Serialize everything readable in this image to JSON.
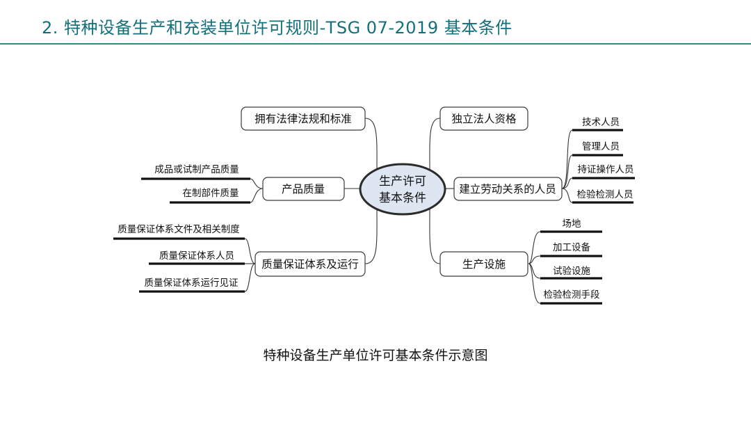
{
  "slide": {
    "title": "2. 特种设备生产和充装单位许可规则-TSG 07-2019 基本条件",
    "accent_color": "#13707a",
    "rule_color": "#2a8b79"
  },
  "mindmap": {
    "center": {
      "line1": "生产许可",
      "line2": "基本条件"
    },
    "left": [
      {
        "label": "拥有法律法规和标准",
        "children": []
      },
      {
        "label": "产品质量",
        "children": [
          "成品或试制产品质量",
          "在制部件质量"
        ]
      },
      {
        "label": "质量保证体系及运行",
        "children": [
          "质量保证体系文件及相关制度",
          "质量保证体系人员",
          "质量保证体系运行见证"
        ]
      }
    ],
    "right": [
      {
        "label": "独立法人资格",
        "children": []
      },
      {
        "label": "建立劳动关系的人员",
        "children": [
          "技术人员",
          "管理人员",
          "持证操作人员",
          "检验检测人员"
        ]
      },
      {
        "label": "生产设施",
        "children": [
          "场地",
          "加工设备",
          "试验设施",
          "检验检测手段"
        ]
      }
    ]
  },
  "caption": "特种设备生产单位许可基本条件示意图"
}
